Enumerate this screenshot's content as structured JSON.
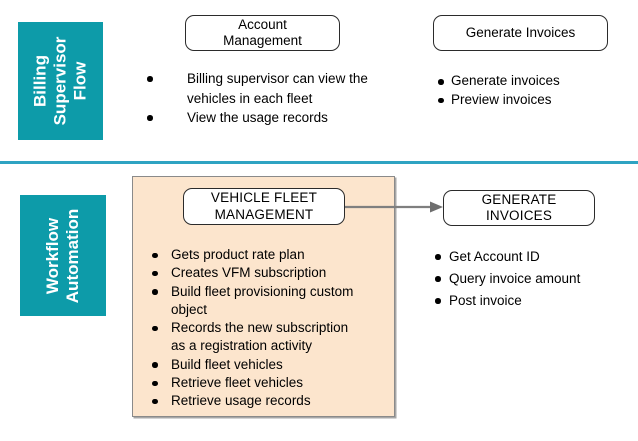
{
  "colors": {
    "teal": "#0D9BA9",
    "peach": "#FCE5CD",
    "divider": "#2EA3C2",
    "arrow": "#7F7F7F"
  },
  "lanes": [
    {
      "label": "Billing Supervisor Flow",
      "columns": [
        {
          "box_title": "Account Management",
          "items": [
            "Billing supervisor can view the vehicles in each fleet",
            "View the usage records"
          ]
        },
        {
          "box_title": "Generate Invoices",
          "items": [
            "Generate invoices",
            "Preview invoices"
          ]
        }
      ]
    },
    {
      "label": "Workflow Automation",
      "columns": [
        {
          "box_title": "VEHICLE FLEET MANAGEMENT",
          "items": [
            "Gets product rate plan",
            "Creates VFM subscription",
            "Build fleet provisioning custom object",
            "Records the new subscription as a registration activity",
            "Build fleet vehicles",
            "Retrieve fleet vehicles",
            "Retrieve usage records"
          ]
        },
        {
          "box_title": "GENERATE INVOICES",
          "items": [
            "Get Account ID",
            "Query invoice amount",
            "Post invoice"
          ]
        }
      ]
    }
  ]
}
